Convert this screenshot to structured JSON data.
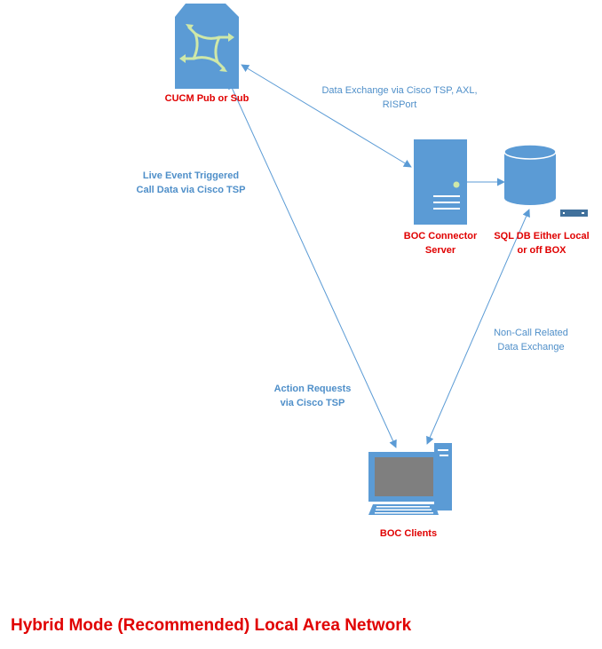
{
  "colors": {
    "shape_fill": "#5b9bd5",
    "shape_dark": "#41719c",
    "arrow": "#5b9bd5",
    "node_label": "#e00000",
    "edge_label": "#4f8fc9",
    "title": "#e00000"
  },
  "nodes": {
    "cucm": {
      "label": "CUCM Pub or Sub",
      "icon": "cucm-router-icon"
    },
    "server": {
      "label_line1": "BOC Connector",
      "label_line2": "Server",
      "icon": "server-tower-icon"
    },
    "db": {
      "label_line1": "SQL DB Either Local",
      "label_line2": "or off BOX",
      "icon": "database-cylinder-icon"
    },
    "clients": {
      "label": "BOC Clients",
      "icon": "desktop-computer-icon"
    }
  },
  "edges": {
    "cucm_server": {
      "line1": "Data Exchange via Cisco TSP, AXL,",
      "line2": "RISPort"
    },
    "live_event": {
      "line1": "Live Event Triggered",
      "line2": "Call Data via Cisco TSP"
    },
    "action_requests": {
      "line1": "Action Requests",
      "line2": "via Cisco TSP"
    },
    "non_call": {
      "line1": "Non-Call Related",
      "line2": "Data Exchange"
    }
  },
  "title": "Hybrid Mode (Recommended) Local Area Network"
}
